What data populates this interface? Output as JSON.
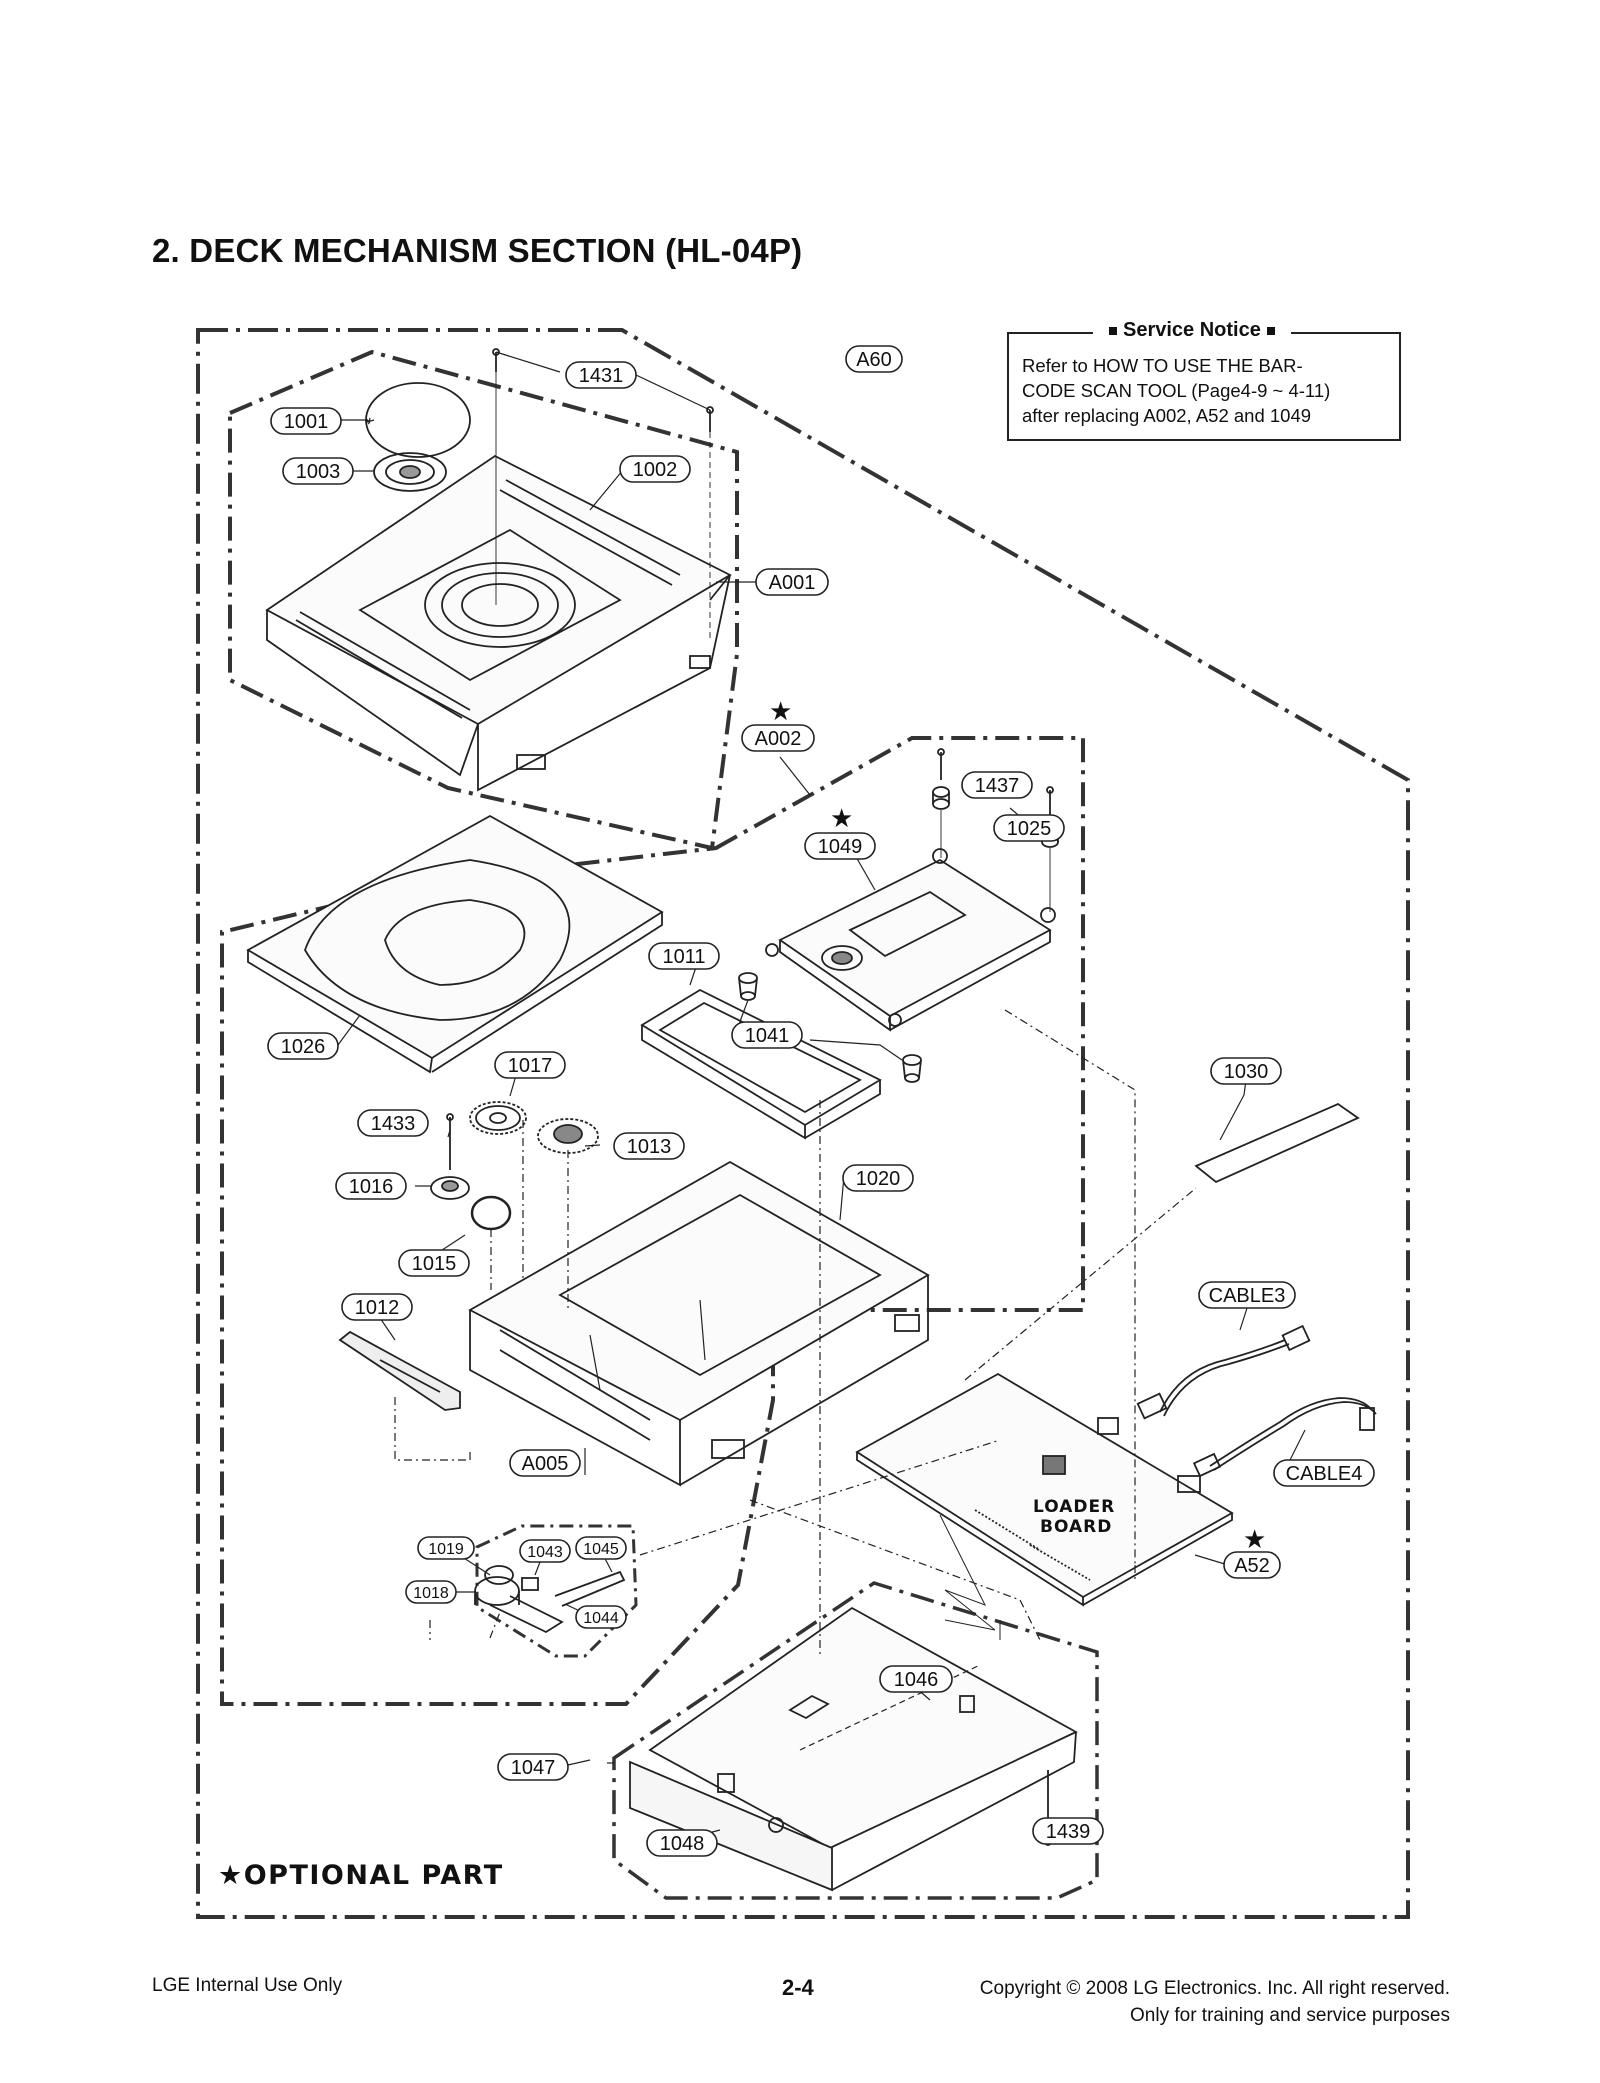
{
  "page": {
    "title": "2. DECK MECHANISM SECTION (HL-04P)"
  },
  "notice": {
    "title": "Service Notice",
    "lines": [
      "Refer to HOW TO USE THE BAR-",
      "CODE SCAN TOOL (Page4-9 ~ 4-11)",
      "after replacing A002, A52 and 1049"
    ]
  },
  "labels": {
    "l1431": "1431",
    "lA60": "A60",
    "l1001": "1001",
    "l1003": "1003",
    "l1002": "1002",
    "lA001": "A001",
    "lA002": "A002",
    "l1437": "1437",
    "l1025": "1025",
    "l1049": "1049",
    "l1011": "1011",
    "l1026": "1026",
    "l1041": "1041",
    "l1017": "1017",
    "l1030": "1030",
    "l1433": "1433",
    "l1013": "1013",
    "l1016": "1016",
    "l1020": "1020",
    "l1015": "1015",
    "lCABLE3": "CABLE3",
    "l1012": "1012",
    "lCABLE4": "CABLE4",
    "lA005": "A005",
    "l1019": "1019",
    "l1043": "1043",
    "l1045": "1045",
    "l1018": "1018",
    "l1044": "1044",
    "lA52": "A52",
    "l1046": "1046",
    "l1047": "1047",
    "l1048": "1048",
    "l1439": "1439"
  },
  "board": {
    "line1": "LOADER",
    "line2": "BOARD"
  },
  "optional_note": "★OPTIONAL PART",
  "footer": {
    "left": "LGE Internal Use Only",
    "center": "2-4",
    "right_line1": "Copyright © 2008 LG Electronics. Inc. All right reserved.",
    "right_line2": "Only for training and service purposes"
  }
}
